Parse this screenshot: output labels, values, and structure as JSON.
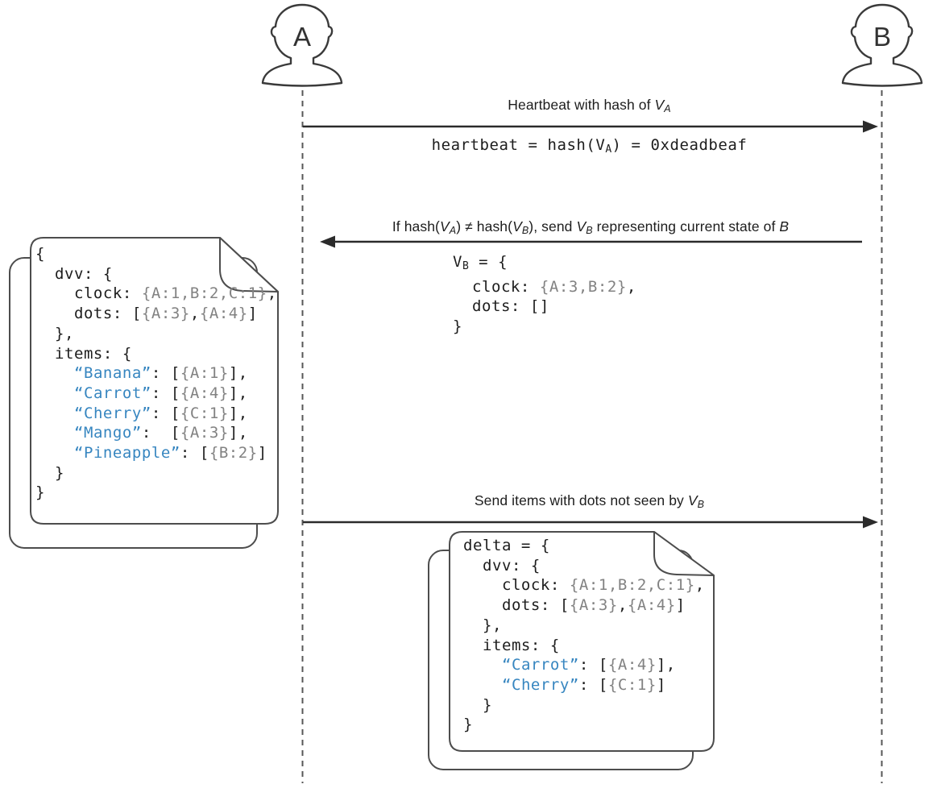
{
  "colors": {
    "ink": "#1d1d1d",
    "dim": "#828282",
    "str": "#3786c0",
    "arrow": "#2b2b2b",
    "stroke": "#4d4d4d",
    "line": "#575757"
  },
  "actors": {
    "a": {
      "label": "A"
    },
    "b": {
      "label": "B"
    }
  },
  "messages": [
    {
      "direction": "a-to-b",
      "label": [
        {
          "t": "Heartbeat with hash of "
        },
        {
          "t": "V",
          "c": "it"
        },
        {
          "t": "A",
          "c": "itsub"
        }
      ],
      "code": [
        [
          {
            "t": "heartbeat = hash(V"
          },
          {
            "t": "A",
            "c": "sub"
          },
          {
            "t": ") = 0xdeadbeaf"
          }
        ]
      ]
    },
    {
      "direction": "b-to-a",
      "label": [
        {
          "t": "If hash("
        },
        {
          "t": "V",
          "c": "it"
        },
        {
          "t": "A",
          "c": "itsub"
        },
        {
          "t": ") ≠ hash("
        },
        {
          "t": "V",
          "c": "it"
        },
        {
          "t": "B",
          "c": "itsub"
        },
        {
          "t": "), send "
        },
        {
          "t": "V",
          "c": "it"
        },
        {
          "t": "B",
          "c": "itsub"
        },
        {
          "t": " representing current state of "
        },
        {
          "t": "B",
          "c": "it"
        }
      ],
      "code": [
        [
          {
            "t": "V"
          },
          {
            "t": "B",
            "c": "sub"
          },
          {
            "t": " = {"
          }
        ],
        [
          {
            "t": "  clock: "
          },
          {
            "t": "{A:3,B:2}",
            "c": "dim"
          },
          {
            "t": ","
          }
        ],
        [
          {
            "t": "  dots: []"
          }
        ],
        [
          {
            "t": "}"
          }
        ]
      ]
    },
    {
      "direction": "a-to-b",
      "label": [
        {
          "t": "Send items with dots not seen by "
        },
        {
          "t": "V",
          "c": "it"
        },
        {
          "t": "B",
          "c": "itsub"
        }
      ]
    }
  ],
  "documents": {
    "state_a": {
      "lines": [
        [
          {
            "t": "{"
          }
        ],
        [
          {
            "t": "  dvv: {"
          }
        ],
        [
          {
            "t": "    clock: "
          },
          {
            "t": "{A:1,B:2,C:1}",
            "c": "dim"
          },
          {
            "t": ","
          }
        ],
        [
          {
            "t": "    dots: ["
          },
          {
            "t": "{A:3}",
            "c": "dim"
          },
          {
            "t": ","
          },
          {
            "t": "{A:4}",
            "c": "dim"
          },
          {
            "t": "]"
          }
        ],
        [
          {
            "t": "  },"
          }
        ],
        [
          {
            "t": "  items: {"
          }
        ],
        [
          {
            "t": "    "
          },
          {
            "t": "“Banana”",
            "c": "str"
          },
          {
            "t": ": ["
          },
          {
            "t": "{A:1}",
            "c": "dim"
          },
          {
            "t": "],"
          }
        ],
        [
          {
            "t": "    "
          },
          {
            "t": "“Carrot”",
            "c": "str"
          },
          {
            "t": ": ["
          },
          {
            "t": "{A:4}",
            "c": "dim"
          },
          {
            "t": "],"
          }
        ],
        [
          {
            "t": "    "
          },
          {
            "t": "“Cherry”",
            "c": "str"
          },
          {
            "t": ": ["
          },
          {
            "t": "{C:1}",
            "c": "dim"
          },
          {
            "t": "],"
          }
        ],
        [
          {
            "t": "    "
          },
          {
            "t": "“Mango”",
            "c": "str"
          },
          {
            "t": ":  ["
          },
          {
            "t": "{A:3}",
            "c": "dim"
          },
          {
            "t": "],"
          }
        ],
        [
          {
            "t": "    "
          },
          {
            "t": "“Pineapple”",
            "c": "str"
          },
          {
            "t": ": ["
          },
          {
            "t": "{B:2}",
            "c": "dim"
          },
          {
            "t": "]"
          }
        ],
        [
          {
            "t": "  }"
          }
        ],
        [
          {
            "t": "}"
          }
        ]
      ]
    },
    "delta": {
      "lines": [
        [
          {
            "t": "delta = {"
          }
        ],
        [
          {
            "t": "  dvv: {"
          }
        ],
        [
          {
            "t": "    clock: "
          },
          {
            "t": "{A:1,B:2,C:1}",
            "c": "dim"
          },
          {
            "t": ","
          }
        ],
        [
          {
            "t": "    dots: ["
          },
          {
            "t": "{A:3}",
            "c": "dim"
          },
          {
            "t": ","
          },
          {
            "t": "{A:4}",
            "c": "dim"
          },
          {
            "t": "]"
          }
        ],
        [
          {
            "t": "  },"
          }
        ],
        [
          {
            "t": "  items: {"
          }
        ],
        [
          {
            "t": "    "
          },
          {
            "t": "“Carrot”",
            "c": "str"
          },
          {
            "t": ": ["
          },
          {
            "t": "{A:4}",
            "c": "dim"
          },
          {
            "t": "],"
          }
        ],
        [
          {
            "t": "    "
          },
          {
            "t": "“Cherry”",
            "c": "str"
          },
          {
            "t": ": ["
          },
          {
            "t": "{C:1}",
            "c": "dim"
          },
          {
            "t": "]"
          }
        ],
        [
          {
            "t": "  }"
          }
        ],
        [
          {
            "t": "}"
          }
        ]
      ]
    }
  }
}
